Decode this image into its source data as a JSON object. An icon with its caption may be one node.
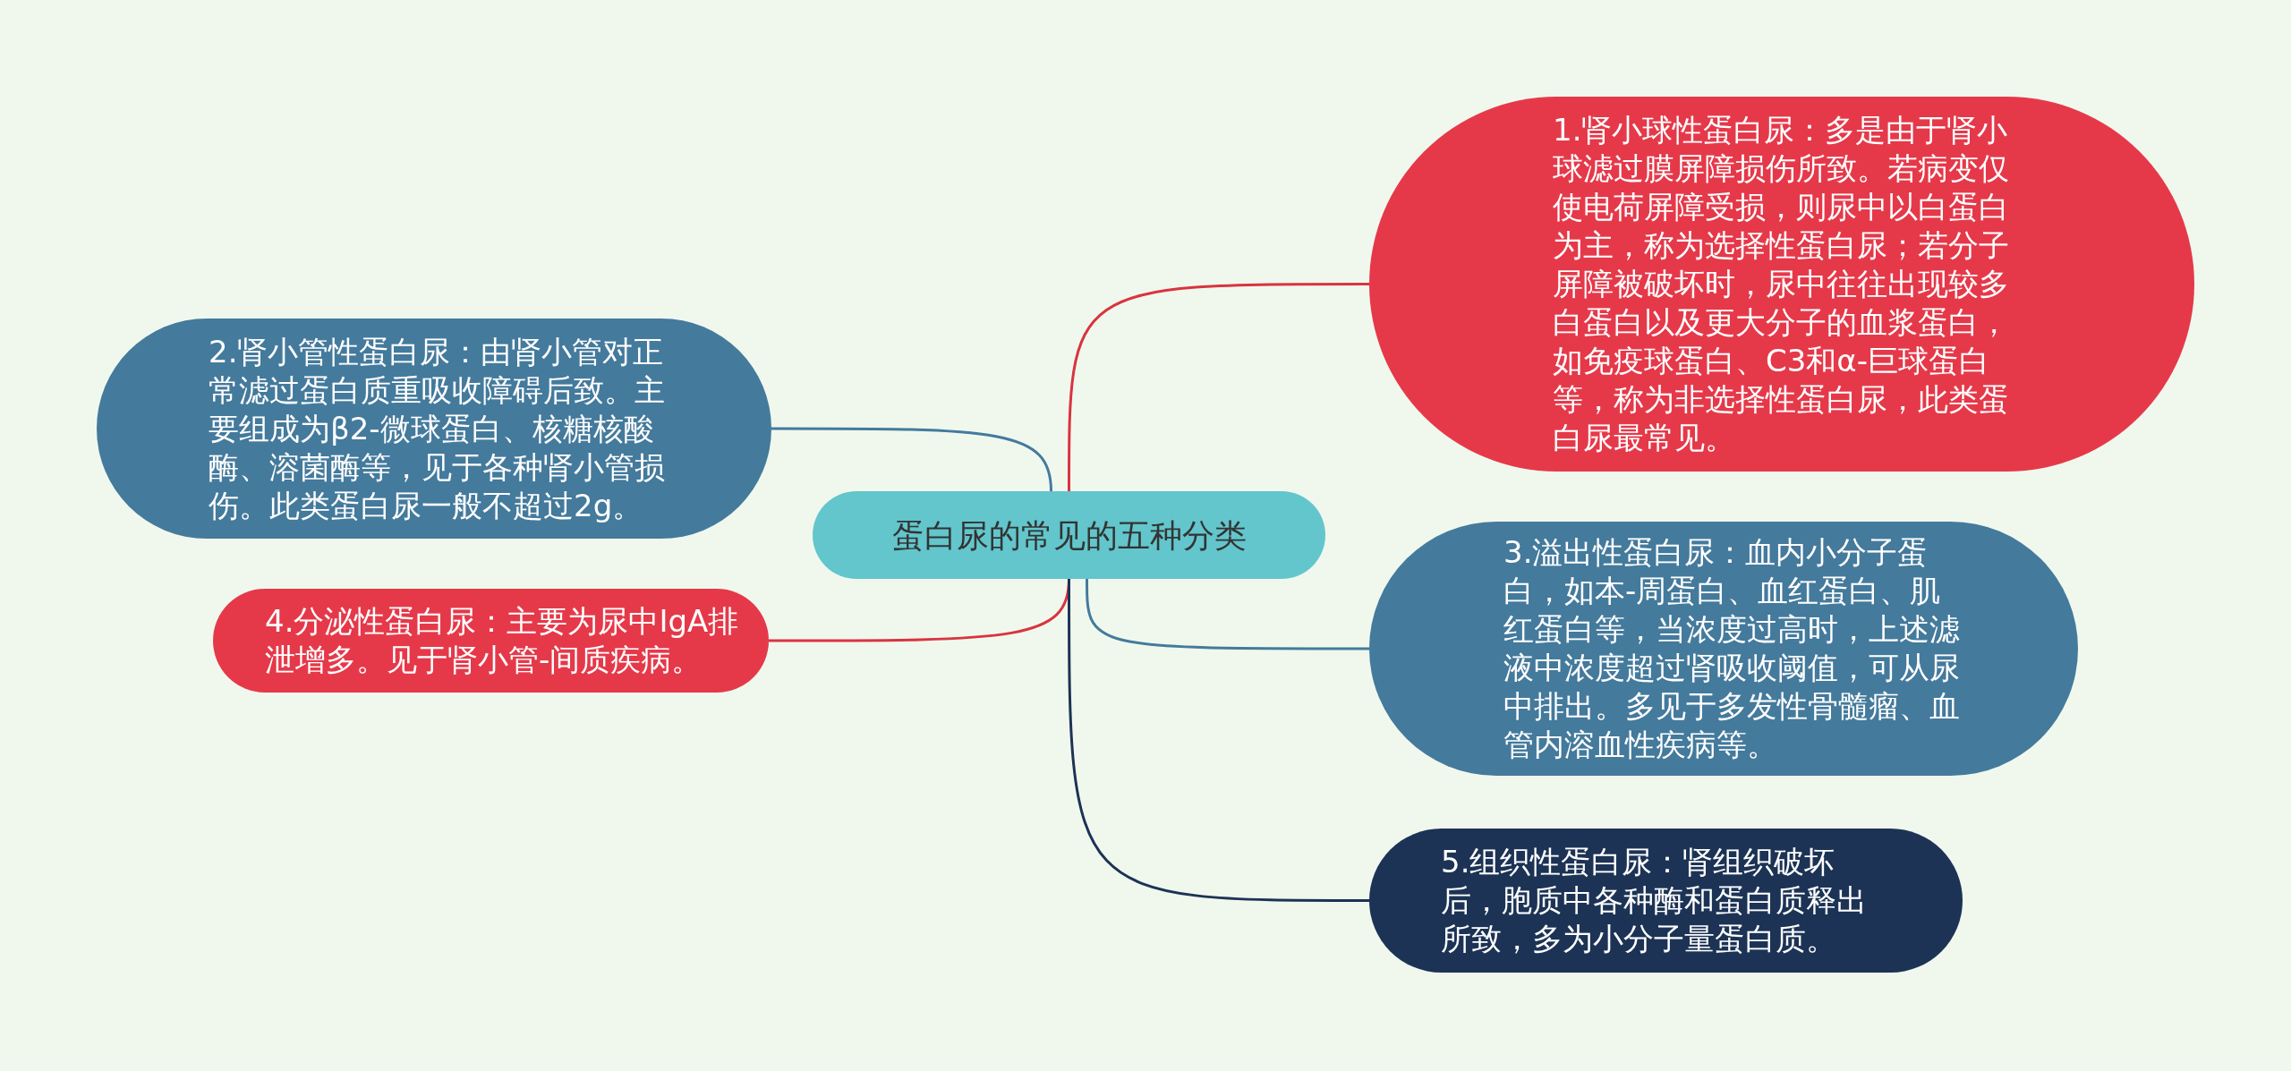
{
  "diagram": {
    "nodes": [
      {
        "text": [
          "蛋白尿的常见的五种分类"
        ]
      },
      {
        "text": [
          "1.肾小球性蛋白尿：多是由于肾小球滤过膜屏障损伤所致。若病变仅使电荷屏障受损，则尿中以白蛋白为主，称为选择性蛋白尿；若分子屏障被破坏时，尿中往往出现较多白蛋白以及更大分子的血浆蛋白，如免疫球蛋白、C3和α-巨球蛋白等，称为非选择性蛋白尿，此类蛋白尿最常见。"
        ]
      },
      {
        "text": [
          "2.肾小管性蛋白尿：由肾小管对正常滤过蛋白质重吸收障碍后致。主要组成为β2-微球蛋白、核糖核酸酶、溶菌酶等，见于各种肾小管损伤。此类蛋白尿一般不超过2g。"
        ]
      },
      {
        "text": [
          "3.溢出性蛋白尿：血内小分子蛋白，如本-周蛋白、血红蛋白、肌红蛋白等，当浓度过高时，上述滤液中浓度超过肾吸收阈值，可从尿中排出。多见于多发性骨髓瘤、血管内溶血性疾病等。"
        ]
      },
      {
        "text": [
          "4.分泌性蛋白尿：主要为尿中IgA排泄增多。见于肾小管-间质疾病。"
        ]
      },
      {
        "text": [
          "5.组织性蛋白尿：肾组织破坏后，胞质中各种酶和蛋白质释出所致，多为小分子量蛋白质。"
        ]
      }
    ],
    "edges": [
      {
        "from": 0,
        "to": 1,
        "arrow": "none",
        "color": "#d9343f"
      },
      {
        "from": 0,
        "to": 2,
        "arrow": "none",
        "color": "#447a9c"
      },
      {
        "from": 0,
        "to": 3,
        "arrow": "none",
        "color": "#447a9c"
      },
      {
        "from": 0,
        "to": 4,
        "arrow": "none",
        "color": "#d9343f"
      },
      {
        "from": 0,
        "to": 5,
        "arrow": "none",
        "color": "#1c3355"
      }
    ]
  }
}
